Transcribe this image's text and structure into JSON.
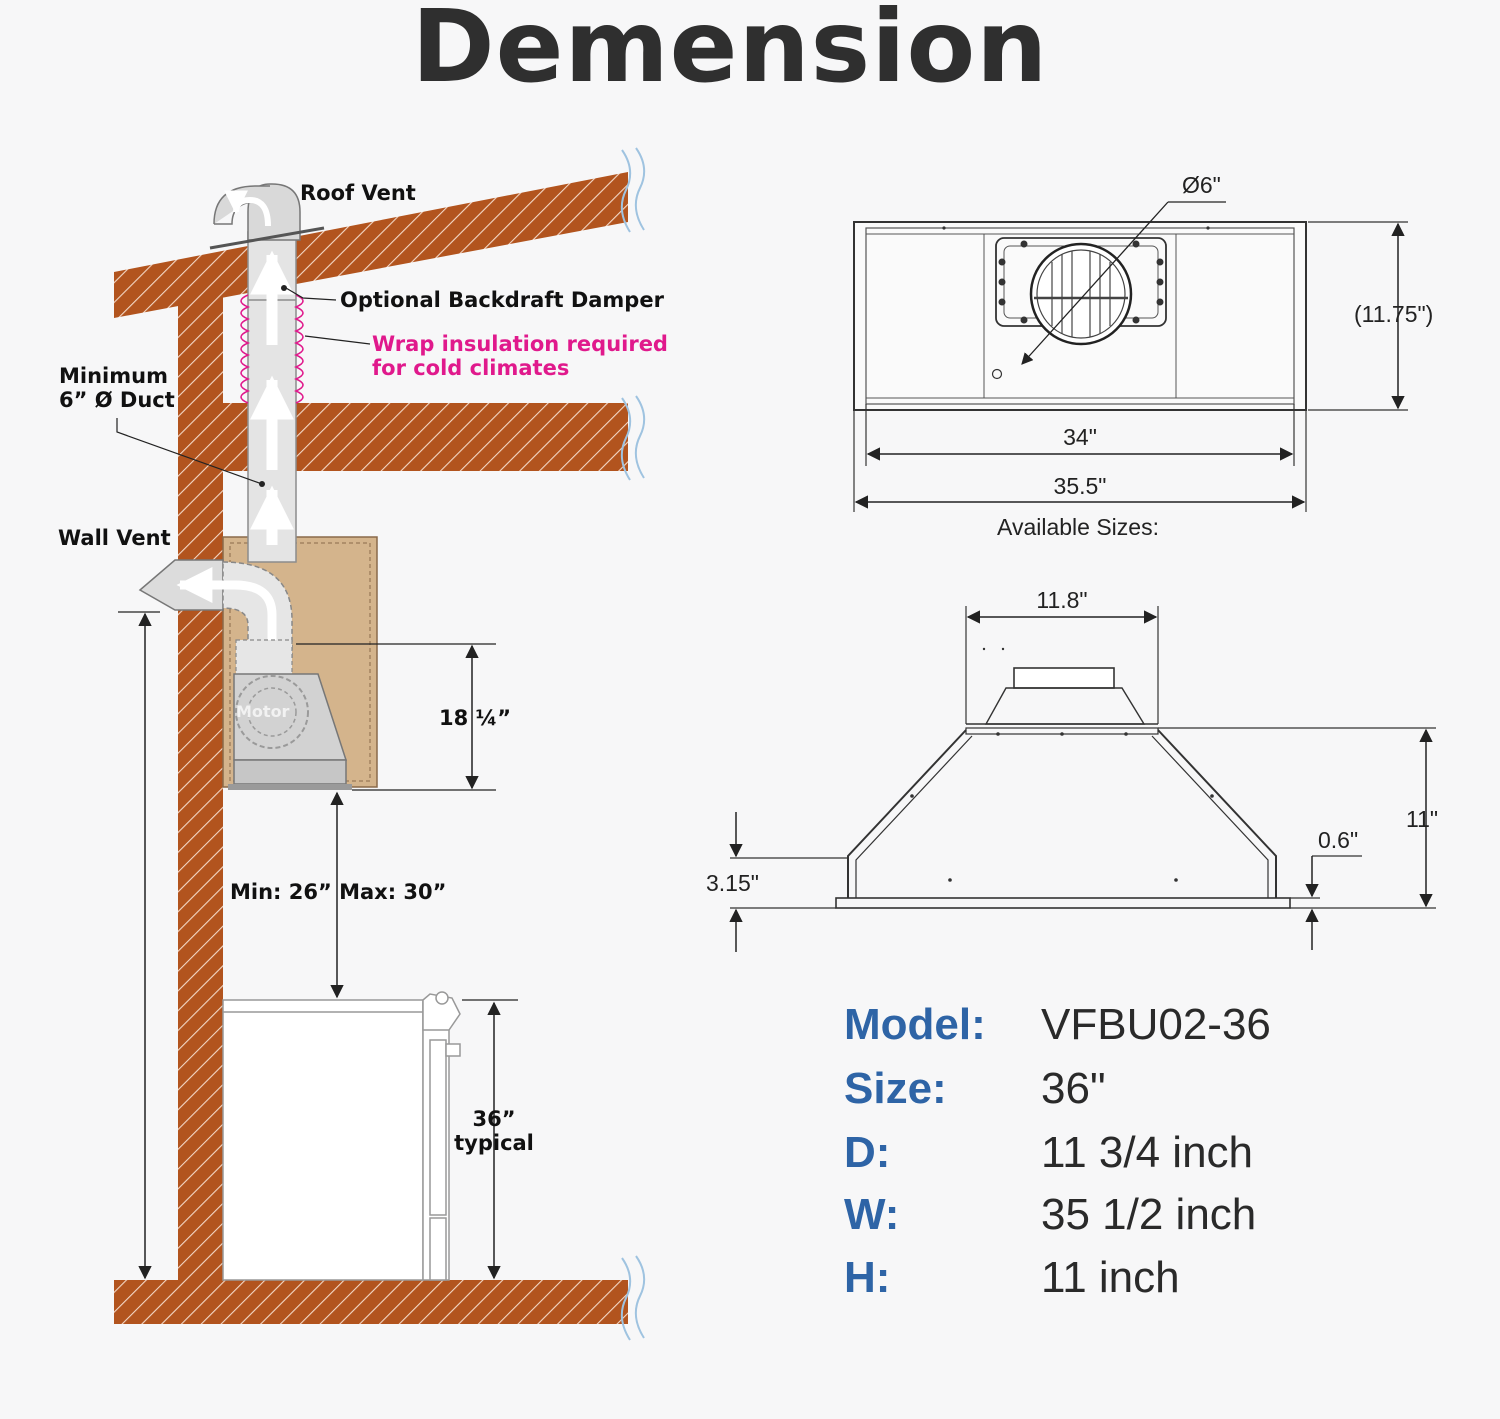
{
  "title": "Demension",
  "install": {
    "roof_vent": "Roof Vent",
    "damper": "Optional Backdraft Damper",
    "wrap_line1": "Wrap insulation required",
    "wrap_line2": "for cold climates",
    "duct_line1": "Minimum",
    "duct_line2": "6” Ø Duct",
    "wall_vent": "Wall Vent",
    "motor": "Motor",
    "height_18": "18 ¼”",
    "min_max": "Min: 26”  Max: 30”",
    "typical_line1": "36”",
    "typical_line2": "typical"
  },
  "top_view": {
    "diameter": "Ø6\"",
    "depth": "(11.75\")",
    "inner_width": "34\"",
    "outer_width": "35.5\"",
    "caption": "Available Sizes:"
  },
  "side_view": {
    "top_width": "11.8\"",
    "height": "11\"",
    "lip": "0.6\"",
    "side_height": "3.15\""
  },
  "specs": [
    {
      "label": "Model:",
      "value": "VFBU02-36"
    },
    {
      "label": "Size:",
      "value": "36\""
    },
    {
      "label": "D:",
      "value": "11 3/4 inch"
    },
    {
      "label": "W:",
      "value": "35 1/2 inch"
    },
    {
      "label": "H:",
      "value": "11 inch"
    }
  ],
  "colors": {
    "wood": "#b2541e",
    "insulation": "#e0198c",
    "cabinet": "#d4b48c",
    "spec_label": "#2e64a6"
  }
}
